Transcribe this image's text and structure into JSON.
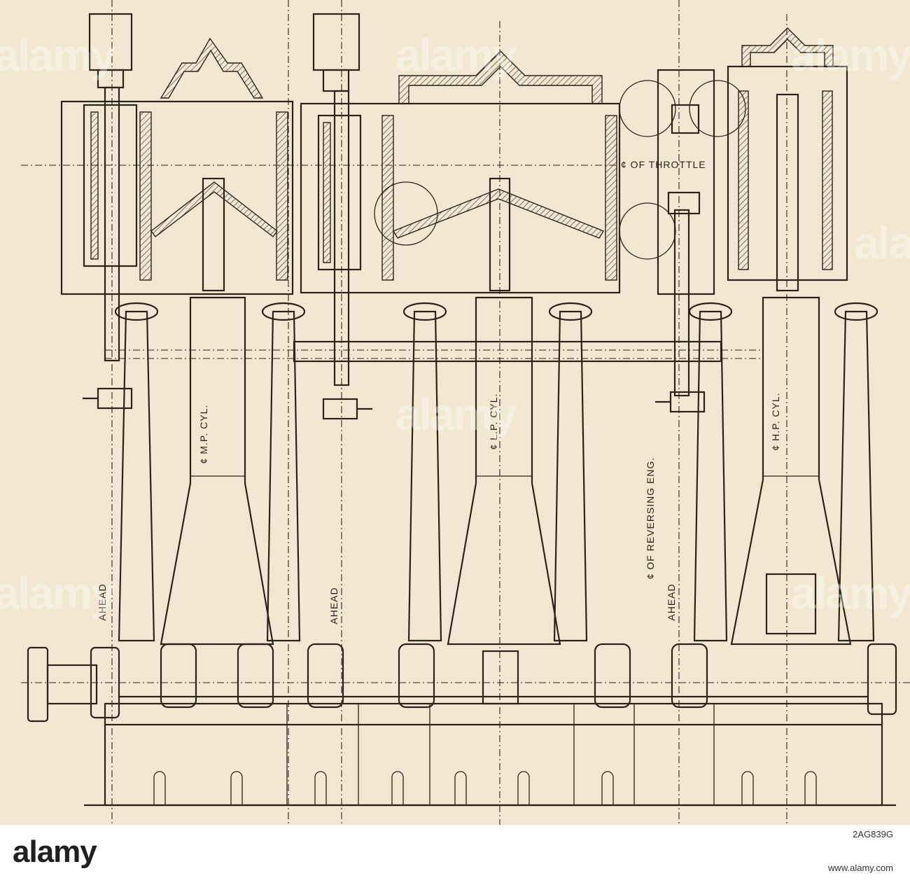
{
  "diagram": {
    "labels": {
      "mp_cyl": "¢ M.P. CYL.",
      "lp_cyl": "¢ L.P. CYL.",
      "hp_cyl": "¢ H.P. CYL.",
      "throttle": "¢ OF THROTTLE",
      "reversing": "¢ OF REVERSING ENG.",
      "ahead_1": "AHEAD",
      "ahead_2": "AHEAD",
      "ahead_3": "AHEAD"
    },
    "colors": {
      "paper": "#f2e8d2",
      "ink": "#2a2418"
    }
  },
  "watermark": {
    "text": "alamy"
  },
  "footer": {
    "logo": "alamy",
    "image_code": "2AG839G",
    "image_id": "",
    "url": "www.alamy.com"
  }
}
